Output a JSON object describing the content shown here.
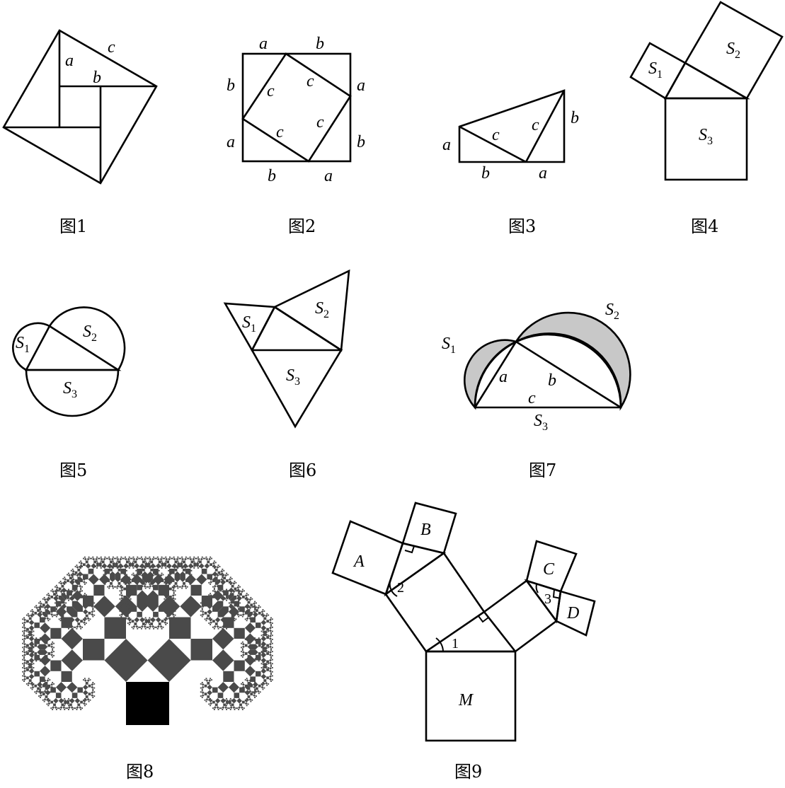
{
  "captions": {
    "f1": "图1",
    "f2": "图2",
    "f3": "图3",
    "f4": "图4",
    "f5": "图5",
    "f6": "图6",
    "f7": "图7",
    "f8": "图8",
    "f9": "图9"
  },
  "fig1": {
    "a": "a",
    "b": "b",
    "c": "c"
  },
  "fig2": {
    "a": "a",
    "b": "b",
    "c": "c"
  },
  "fig3": {
    "a": "a",
    "b": "b",
    "c": "c"
  },
  "fig4": {
    "s": "S",
    "s1": "1",
    "s2": "2",
    "s3": "3"
  },
  "fig5": {
    "s": "S",
    "s1": "1",
    "s2": "2",
    "s3": "3"
  },
  "fig6": {
    "s": "S",
    "s1": "1",
    "s2": "2",
    "s3": "3"
  },
  "fig7": {
    "s": "S",
    "s1": "1",
    "s2": "2",
    "s3": "3",
    "a": "a",
    "b": "b",
    "c": "c"
  },
  "fig9": {
    "A": "A",
    "B": "B",
    "C": "C",
    "D": "D",
    "M": "M",
    "angle1": "1",
    "angle2": "2",
    "angle3": "3"
  },
  "colors": {
    "line": "#000000",
    "shade": "#c8c8c8",
    "tree": "#4a4a4a"
  }
}
